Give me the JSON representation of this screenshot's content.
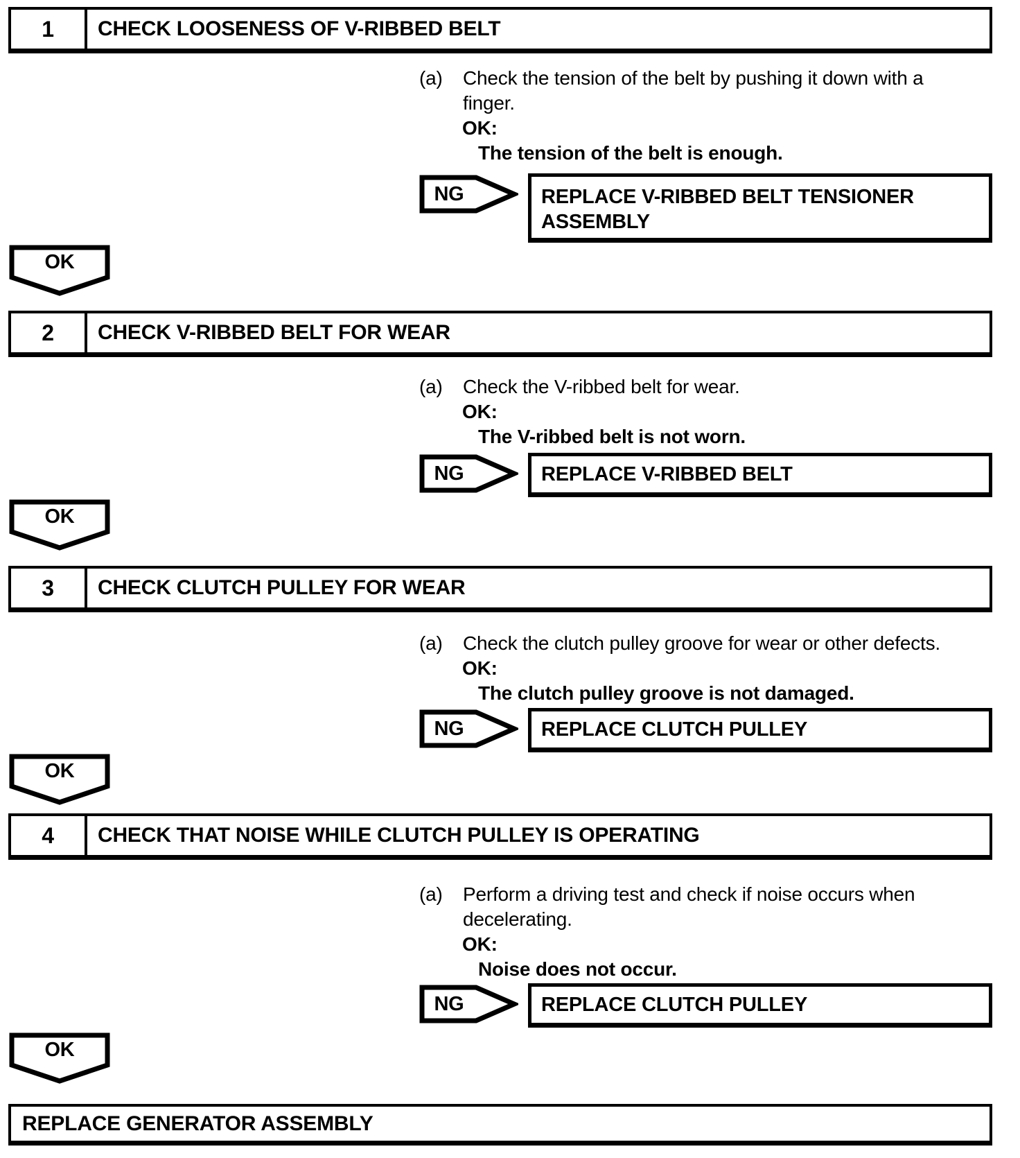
{
  "sections": [
    {
      "step": "1",
      "title": "CHECK LOOSENESS OF V-RIBBED BELT",
      "item_label": "(a)",
      "instruction_lines": [
        "Check the tension of the belt by pushing it down with a",
        "finger."
      ],
      "ok_heading": "OK:",
      "criterion": "The tension of the belt is enough.",
      "ng_label": "NG",
      "ng_action_lines": [
        "REPLACE V-RIBBED BELT TENSIONER",
        "ASSEMBLY"
      ],
      "ok_connector": "OK"
    },
    {
      "step": "2",
      "title": "CHECK V-RIBBED BELT FOR WEAR",
      "item_label": "(a)",
      "instruction_lines": [
        "Check the V-ribbed belt for wear."
      ],
      "ok_heading": "OK:",
      "criterion": "The V-ribbed belt is not worn.",
      "ng_label": "NG",
      "ng_action_lines": [
        "REPLACE V-RIBBED BELT"
      ],
      "ok_connector": "OK"
    },
    {
      "step": "3",
      "title": "CHECK CLUTCH PULLEY FOR WEAR",
      "item_label": "(a)",
      "instruction_lines": [
        "Check the clutch pulley groove for wear or other defects."
      ],
      "ok_heading": "OK:",
      "criterion": "The clutch pulley groove is not damaged.",
      "ng_label": "NG",
      "ng_action_lines": [
        "REPLACE CLUTCH PULLEY"
      ],
      "ok_connector": "OK"
    },
    {
      "step": "4",
      "title": "CHECK THAT NOISE WHILE CLUTCH PULLEY IS OPERATING",
      "item_label": "(a)",
      "instruction_lines": [
        "Perform a driving test and check if noise occurs when",
        "decelerating."
      ],
      "ok_heading": "OK:",
      "criterion": "Noise does not occur.",
      "ng_label": "NG",
      "ng_action_lines": [
        "REPLACE CLUTCH PULLEY"
      ],
      "ok_connector": "OK"
    }
  ],
  "final_action": "REPLACE GENERATOR ASSEMBLY",
  "colors": {
    "ink": "#000000",
    "paper": "#ffffff"
  }
}
